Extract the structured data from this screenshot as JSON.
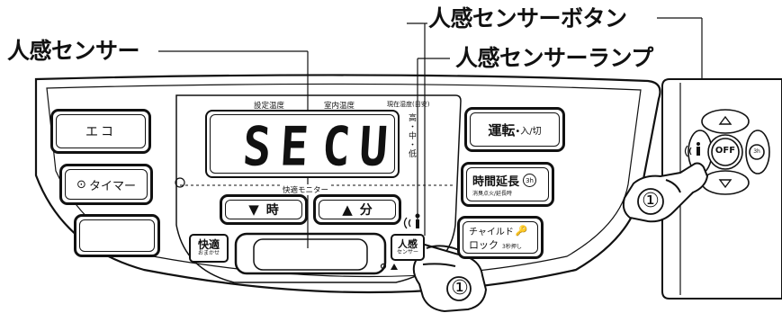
{
  "callouts": {
    "human_sensor": "人感センサー",
    "human_sensor_button": "人感センサーボタン",
    "human_sensor_lamp": "人感センサーランプ"
  },
  "display": {
    "label_set_temp": "設定温度",
    "label_room_temp": "室内温度",
    "label_current_humidity": "現在湿度(目安)",
    "segment_left": "SE",
    "segment_right": "CU",
    "humidity_levels": "高・中・低",
    "comfort_monitor": "快適モニター"
  },
  "buttons": {
    "eco": "エコ",
    "timer": "タイマー",
    "run": "運転",
    "run_suffix": "•入/切",
    "extend_time": "時間延長",
    "extend_sub": "消臭点火/延長時",
    "extend_badge": "3h",
    "child_lock_line1": "チャイルド",
    "child_lock_line2": "ロック",
    "child_lock_sub": "3秒押し",
    "hour_down": "時",
    "minute_up": "分",
    "comfort": "快適",
    "comfort_sub": "おまかせ",
    "human_sensor": "人感",
    "human_sensor_sub": "センサー"
  },
  "remote": {
    "off": "OFF",
    "badge_3h": "3h"
  },
  "steps": {
    "hand_unit": "①",
    "hand_remote": "①"
  }
}
